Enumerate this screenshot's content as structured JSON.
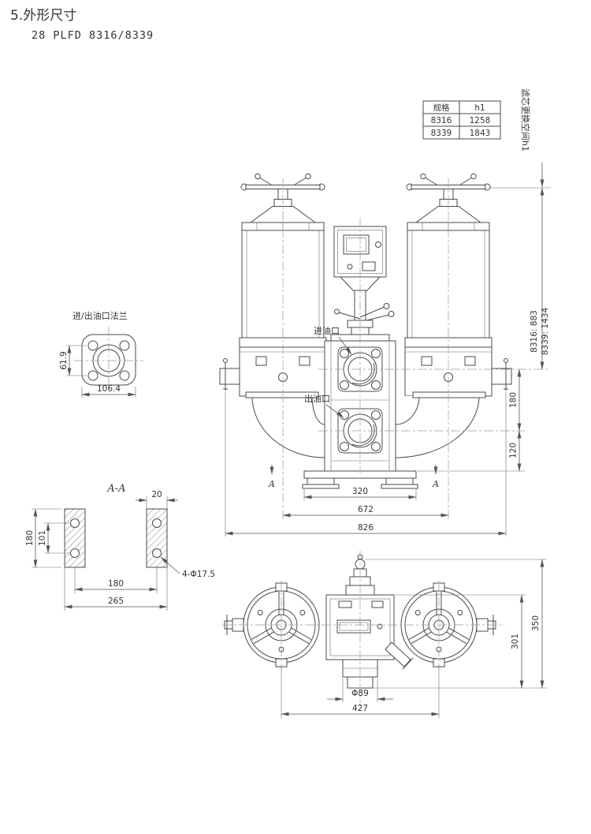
{
  "header": {
    "title": "5.外形尺寸",
    "subtitle": "28 PLFD 8316/8339"
  },
  "spec_table": {
    "headers": [
      "规格",
      "h1"
    ],
    "rows": [
      [
        "8316",
        "1258"
      ],
      [
        "8339",
        "1843"
      ]
    ]
  },
  "labels": {
    "clearance": "滤芯更换空间h1",
    "flange_title": "进/出油口法兰",
    "inlet": "进油口",
    "outlet": "出油口",
    "section_title": "A-A",
    "section_mark": "A",
    "holes": "4-Φ17.5",
    "flange_dia": "Φ89"
  },
  "dims": {
    "front": {
      "h8316": "8316: 883",
      "h8339": "8339: 1434",
      "v180": "180",
      "v120": "120",
      "w320": "320",
      "w672": "672",
      "w826": "826"
    },
    "flange": {
      "h": "61.9",
      "w": "106.4"
    },
    "section": {
      "t20": "20",
      "v180": "180",
      "v101": "101",
      "w180": "180",
      "w265": "265"
    },
    "top": {
      "v301": "301",
      "v350": "350",
      "w427": "427"
    }
  }
}
